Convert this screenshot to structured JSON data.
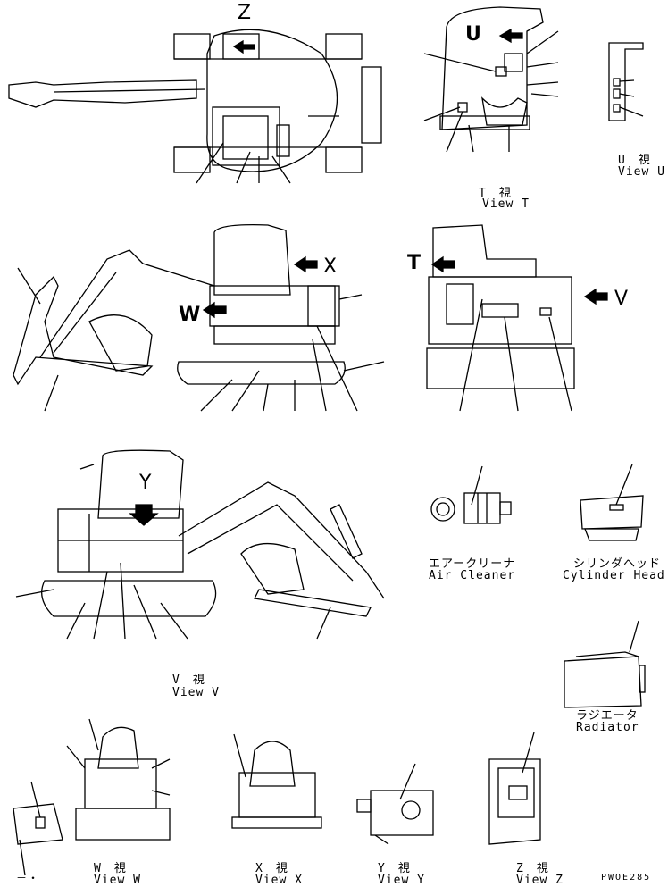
{
  "views": {
    "top_z_letter": "Z",
    "view_u_letter": "U",
    "view_t_jp": "T　視",
    "view_t_en": "View T",
    "view_u_jp": "U　視",
    "view_u_en": "View U",
    "x_letter": "X",
    "w_letter": "W",
    "t_letter": "T",
    "v_letter": "V",
    "y_letter": "Y",
    "air_cleaner_jp": "エアークリーナ",
    "air_cleaner_en": "Air Cleaner",
    "cylinder_head_jp": "シリンダヘッド",
    "cylinder_head_en": "Cylinder Head",
    "view_v_jp": "V　視",
    "view_v_en": "View V",
    "radiator_jp": "ラジエータ",
    "radiator_en": "Radiator",
    "view_w_jp": "W　視",
    "view_w_en": "View W",
    "view_x_jp": "X　視",
    "view_x_en": "View X",
    "view_y_jp": "Y　視",
    "view_y_en": "View Y",
    "view_z_jp": "Z　視",
    "view_z_en": "View Z",
    "drawing_code": "PWOE285",
    "corner_mark": "－・"
  }
}
